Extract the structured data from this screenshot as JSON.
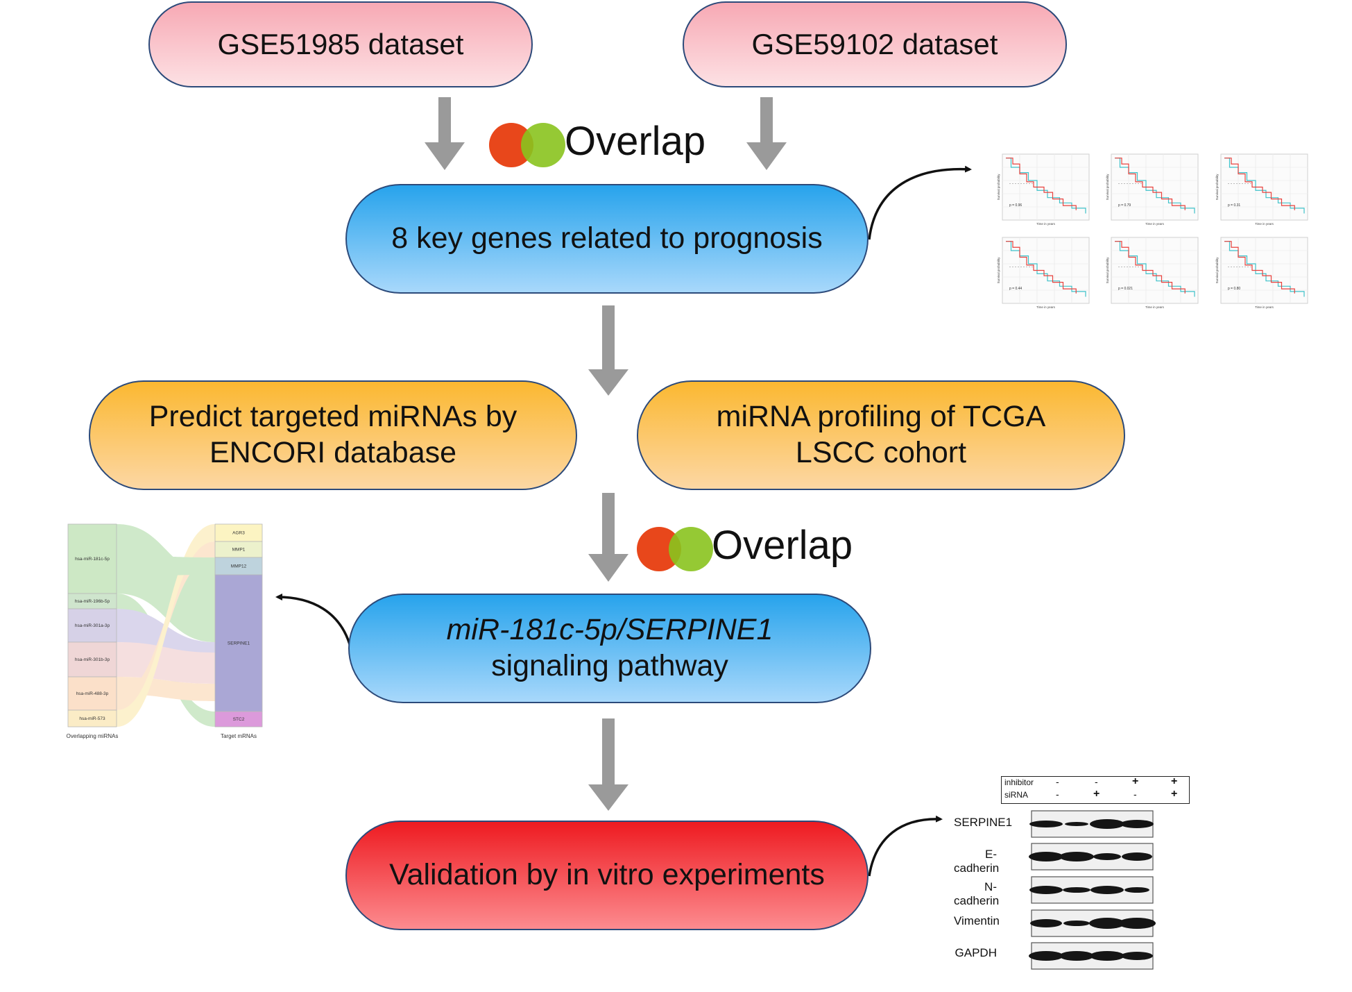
{
  "datasets": {
    "left": "GSE51985 dataset",
    "right": "GSE59102 dataset"
  },
  "overlap_label": "Overlap",
  "key_genes": "8 key genes related to prognosis",
  "mirna": {
    "predict": "Predict targeted miRNAs by ENCORI database",
    "tcga": "miRNA profiling of TCGA LSCC cohort"
  },
  "pathway": {
    "line1": "miR-181c-5p/SERPINE1",
    "line2": "signaling pathway"
  },
  "validation": "Validation by in vitro experiments",
  "colors": {
    "arrow": "#9a9a9a",
    "overlap_red": "#e8471b",
    "overlap_green": "#8cbf1d",
    "km_red": "#e8413c",
    "km_cyan": "#3ec1c9"
  },
  "km_panels": [
    {
      "p": "p = 0.96"
    },
    {
      "p": "p = 0.79"
    },
    {
      "p": "p = 0.31"
    },
    {
      "p": "p = 0.44"
    },
    {
      "p": "p = 0.021"
    },
    {
      "p": "p = 0.80"
    }
  ],
  "km_axis": {
    "xlabel": "Time in years",
    "ylabel": "Survival probability"
  },
  "sankey": {
    "left_title": "Overlapping miRNAs",
    "right_title": "Target mRNAs",
    "mirnas": [
      "hsa-miR-181c-5p",
      "hsa-miR-196b-5p",
      "hsa-miR-301a-3p",
      "hsa-miR-301b-3p",
      "hsa-miR-488-3p",
      "hsa-miR-573"
    ],
    "mrnas": [
      "AGR3",
      "MMP1",
      "MMP12",
      "SERPINE1",
      "STC2"
    ]
  },
  "western": {
    "conditions": [
      {
        "label": "inhibitor",
        "values": [
          "-",
          "-",
          "+",
          "+"
        ]
      },
      {
        "label": "siRNA",
        "values": [
          "-",
          "+",
          "-",
          "+"
        ]
      }
    ],
    "proteins": [
      "SERPINE1",
      "E-cadherin",
      "N-cadherin",
      "Vimentin",
      "GAPDH"
    ]
  }
}
